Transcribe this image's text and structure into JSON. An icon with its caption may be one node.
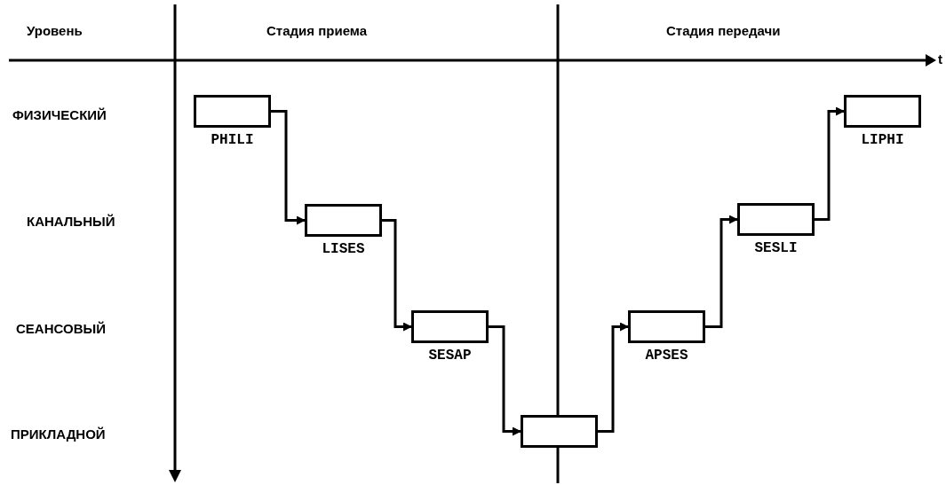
{
  "diagram": {
    "nodes": [
      {
        "text": [
          "PHILI"
        ]
      },
      {
        "text": [
          "LISES"
        ]
      },
      {
        "text": [
          "SESAP"
        ]
      },
      {
        "text": [],
        "shape": "box"
      },
      {
        "text": [
          "APSES"
        ]
      },
      {
        "text": [
          "SESLI"
        ]
      },
      {
        "text": [
          "LIPHI"
        ]
      }
    ],
    "edges": [
      {
        "from": 0,
        "to": 1,
        "arrow": "to"
      },
      {
        "from": 1,
        "to": 2,
        "arrow": "to"
      },
      {
        "from": 2,
        "to": 3,
        "arrow": "to"
      },
      {
        "from": 3,
        "to": 4,
        "arrow": "to"
      },
      {
        "from": 4,
        "to": 5,
        "arrow": "to"
      },
      {
        "from": 5,
        "to": 6,
        "arrow": "to"
      }
    ],
    "labels": [
      "Уровень",
      "Стадия приема",
      "Стадия передачи",
      "t",
      "ФИЗИЧЕСКИЙ",
      "КАНАЛЬНЫЙ",
      "СЕАНСОВЫЙ",
      "ПРИКЛАДНОЙ"
    ]
  }
}
